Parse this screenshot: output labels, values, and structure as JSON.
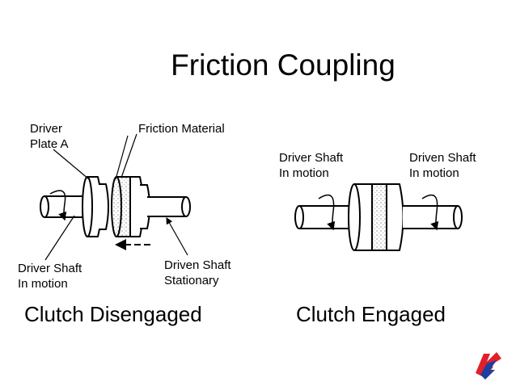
{
  "title": "Friction Coupling",
  "left_diagram": {
    "caption": "Clutch Disengaged",
    "driver_plate_label": [
      "Driver",
      "Plate A"
    ],
    "friction_material_label": "Friction Material",
    "driver_shaft_label": [
      "Driver Shaft",
      "In motion"
    ],
    "driven_shaft_label": [
      "Driven Shaft",
      "Stationary"
    ]
  },
  "right_diagram": {
    "caption": "Clutch Engaged",
    "driver_shaft_label": [
      "Driver Shaft",
      "In motion"
    ],
    "driven_shaft_label": [
      "Driven Shaft",
      "In motion"
    ]
  },
  "colors": {
    "logo_red": "#e0202a",
    "logo_blue": "#1f3f9e"
  }
}
